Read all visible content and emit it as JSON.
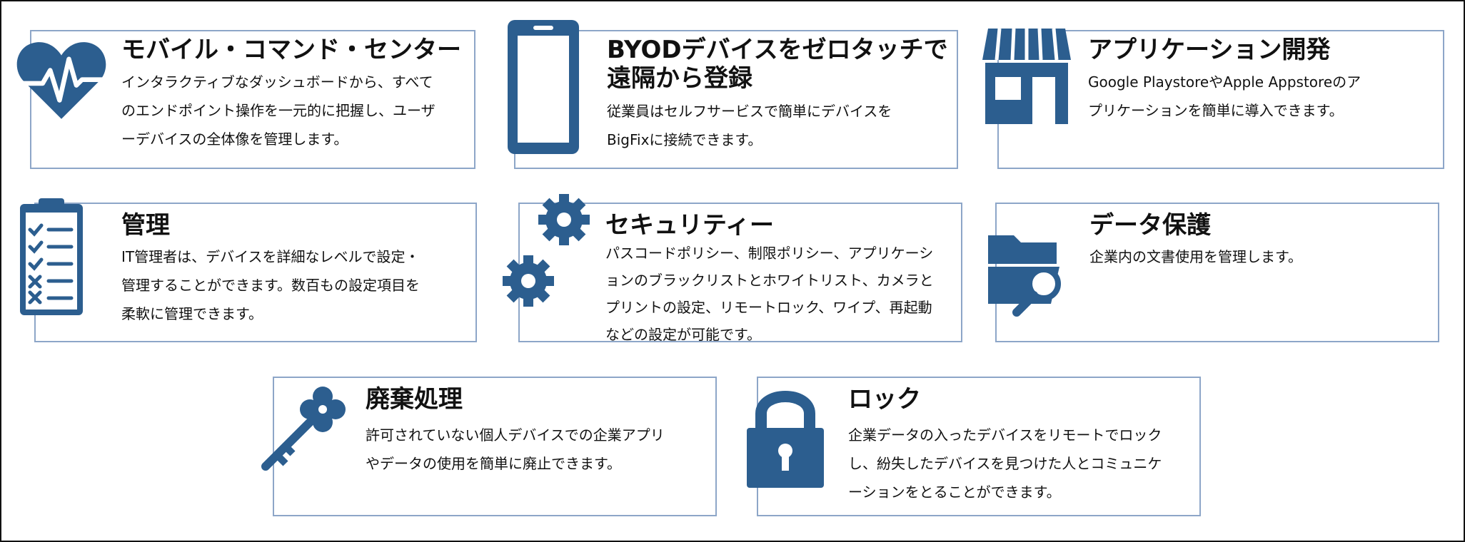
{
  "accent_color": "#2c5e8f",
  "border_color": "#8da6c8",
  "features": [
    {
      "icon": "heart-pulse-icon",
      "title": "モバイル・コマンド・センター",
      "description": "インタラクティブなダッシュボードから、すべて\nのエンドポイント操作を一元的に把握し、ユーザ\nーデバイスの全体像を管理します。"
    },
    {
      "icon": "smartphone-icon",
      "title": "BYODデバイスをゼロタッチで\n遠隔から登録",
      "description": "従業員はセルフサービスで簡単にデバイスを\nBigFixに接続できます。"
    },
    {
      "icon": "storefront-icon",
      "title": "アプリケーション開発",
      "description": "Google PlaystoreやApple Appstoreのア\nプリケーションを簡単に導入できます。"
    },
    {
      "icon": "clipboard-checklist-icon",
      "title": "管理",
      "description": " IT管理者は、デバイスを詳細なレベルで設定・\n管理することができます。数百もの設定項目を\n柔軟に管理できます。"
    },
    {
      "icon": "gears-icon",
      "title": "セキュリティー",
      "description": "パスコードポリシー、制限ポリシー、アプリケーシ\nョンのブラックリストとホワイトリスト、カメラと\nプリントの設定、リモートロック、ワイプ、再起動\nなどの設定が可能です。"
    },
    {
      "icon": "folder-search-icon",
      "title": "データ保護",
      "description": "企業内の文書使用を管理します。"
    },
    {
      "icon": "key-icon",
      "title": "廃棄処理",
      "description": "許可されていない個人デバイスでの企業アプリ\nやデータの使用を簡単に廃止できます。"
    },
    {
      "icon": "padlock-icon",
      "title": "ロック",
      "description": "企業データの入ったデバイスをリモートでロック\nし、紛失したデバイスを見つけた人とコミュニケ\nーションをとることができます。"
    }
  ]
}
